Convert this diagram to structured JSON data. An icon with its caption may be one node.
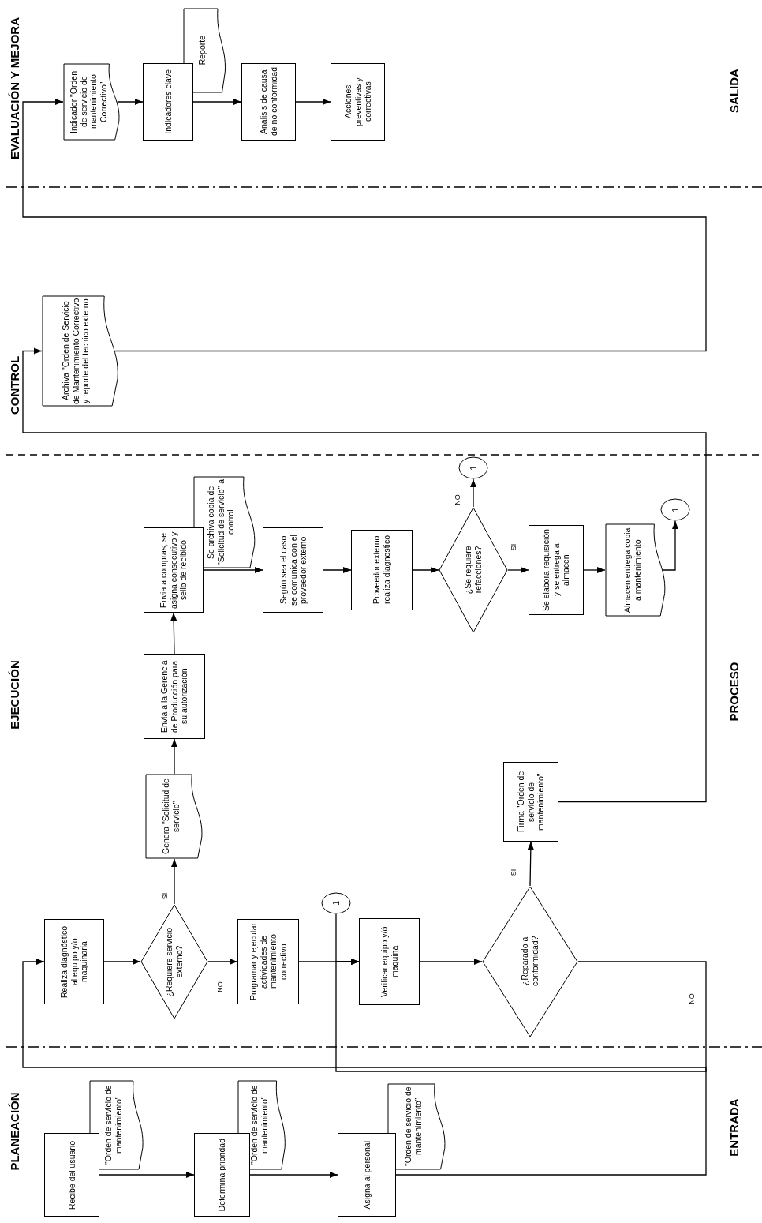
{
  "diagram": {
    "nodes": [
      {
        "text": [
          "Recibe del usuario"
        ]
      },
      {
        "text": [
          "\"Orden de servicio de mantenimiento\""
        ]
      },
      {
        "text": [
          "Determina prioridad"
        ]
      },
      {
        "text": [
          "\"Orden de servicio de mantenimiento\""
        ]
      },
      {
        "text": [
          "Asigna al personal"
        ]
      },
      {
        "text": [
          "\"Orden de servicio de mantenimiento\""
        ]
      },
      {
        "text": [
          "Realiza diagnóstico al equipo y/o maquinaria"
        ]
      },
      {
        "text": [
          "¿Requiere servicio externo?"
        ]
      },
      {
        "text": [
          "Genera \"Solicitud de servicio\""
        ]
      },
      {
        "text": [
          "Envia a la Gerencia de Producción para su autorización"
        ]
      },
      {
        "text": [
          "Envia a compras, se asigna consecutivo y sello de recibido"
        ]
      },
      {
        "text": [
          "Se archiva copia de \"Solicitud de servicio\" a control"
        ]
      },
      {
        "text": [
          "Según sea el caso se comunica con el proveedor externo"
        ]
      },
      {
        "text": [
          "Proveedor externo realiza diagnostico"
        ]
      },
      {
        "text": [
          "¿Se requiere refacciones?"
        ]
      },
      {
        "text": [
          "1"
        ]
      },
      {
        "text": [
          "Se elabora requisición y se entrega a almacen"
        ]
      },
      {
        "text": [
          "Almacen entrega copia a mantenimiento"
        ]
      },
      {
        "text": [
          "1"
        ]
      },
      {
        "text": [
          "Programar y ejecutar actividades de mantenimiento correctivo"
        ]
      },
      {
        "text": [
          "1"
        ]
      },
      {
        "text": [
          "Verificar equipo y/ó maquina"
        ]
      },
      {
        "text": [
          "¿Reparado a conformidad?"
        ]
      },
      {
        "text": [
          "Firma \"Orden de servicio de mantenimiento\""
        ]
      },
      {
        "text": [
          "Archiva \"Orden de Servicio de Mantenimiento Correctivo y reporte del tecnico externo"
        ]
      },
      {
        "text": [
          "Indicador \"Orden de servicio de mantenimiento Correctivo\""
        ]
      },
      {
        "text": [
          "Indicadores clave"
        ]
      },
      {
        "text": [
          "Reporte"
        ]
      },
      {
        "text": [
          "Analisis de causa de no conformidad"
        ]
      },
      {
        "text": [
          "Acciones preventivas y correctivas"
        ]
      }
    ],
    "edges": [
      {
        "from": 0,
        "to": 2,
        "arrow": "to"
      },
      {
        "from": 2,
        "to": 4,
        "arrow": "to"
      },
      {
        "from": 4,
        "to": 6,
        "arrow": "to"
      },
      {
        "from": 6,
        "to": 7,
        "arrow": "to"
      },
      {
        "from": 7,
        "to": 8,
        "arrow": "to",
        "label": "SI"
      },
      {
        "from": 7,
        "to": 19,
        "arrow": "to",
        "label": "NO"
      },
      {
        "from": 8,
        "to": 9,
        "arrow": "to"
      },
      {
        "from": 9,
        "to": 10,
        "arrow": "to"
      },
      {
        "from": 10,
        "to": 12,
        "arrow": "to"
      },
      {
        "from": 12,
        "to": 13,
        "arrow": "to"
      },
      {
        "from": 13,
        "to": 14,
        "arrow": "to"
      },
      {
        "from": 14,
        "to": 15,
        "arrow": "to",
        "label": "NO"
      },
      {
        "from": 14,
        "to": 16,
        "arrow": "to",
        "label": "SI"
      },
      {
        "from": 16,
        "to": 17,
        "arrow": "to"
      },
      {
        "from": 17,
        "to": 18,
        "arrow": "to"
      },
      {
        "from": 19,
        "to": 21,
        "arrow": "to"
      },
      {
        "from": 20,
        "to": 21,
        "arrow": "to"
      },
      {
        "from": 21,
        "to": 22,
        "arrow": "to"
      },
      {
        "from": 22,
        "to": 23,
        "arrow": "to",
        "label": "SI"
      },
      {
        "from": 22,
        "to": 21,
        "arrow": "to",
        "label": "NO"
      },
      {
        "from": 23,
        "to": 24,
        "arrow": "to"
      },
      {
        "from": 24,
        "to": 25,
        "arrow": "to"
      },
      {
        "from": 25,
        "to": 26,
        "arrow": "to"
      },
      {
        "from": 26,
        "to": 28,
        "arrow": "to"
      },
      {
        "from": 28,
        "to": 29,
        "arrow": "to"
      }
    ],
    "labels": [
      "EVALUACIÓN Y MEJORA",
      "SALIDA",
      "CONTROL",
      "EJECUCIÓN",
      "PROCESO",
      "PLANEACIÓN",
      "ENTRADA"
    ]
  }
}
